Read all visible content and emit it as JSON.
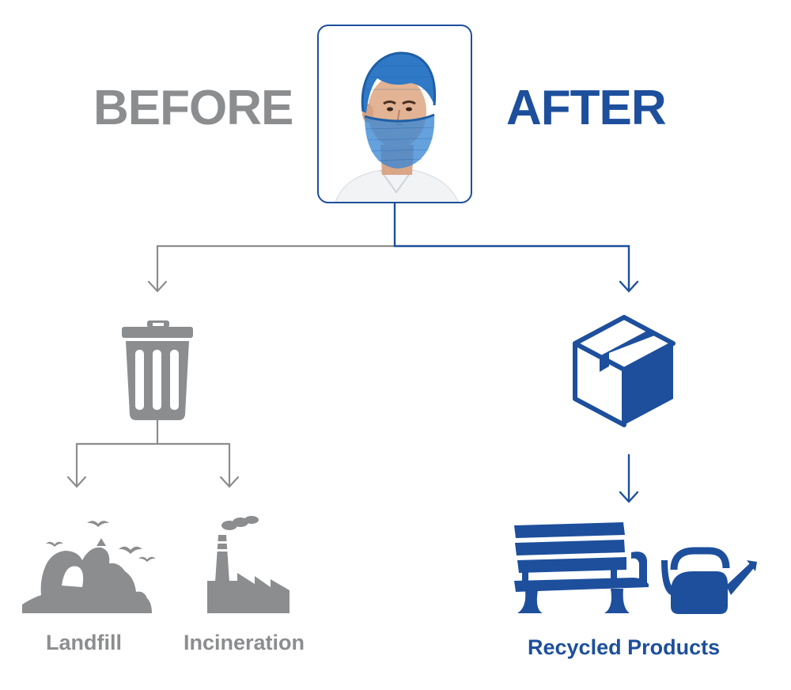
{
  "header": {
    "before_label": "BEFORE",
    "after_label": "AFTER"
  },
  "outcomes": {
    "landfill_label": "Landfill",
    "incineration_label": "Incineration",
    "recycled_label": "Recycled Products"
  },
  "colors": {
    "before_gray": "#8c8d8f",
    "after_blue": "#1d4f9c",
    "hairnet_blue": "#2f79c6"
  },
  "icons": {
    "product": "beard-cover-photo",
    "disposal": "trash-can-icon",
    "landfill": "landfill-icon",
    "incineration": "factory-smokestack-icon",
    "package": "cardboard-box-icon",
    "bench": "park-bench-icon",
    "watering_can": "watering-can-icon"
  }
}
